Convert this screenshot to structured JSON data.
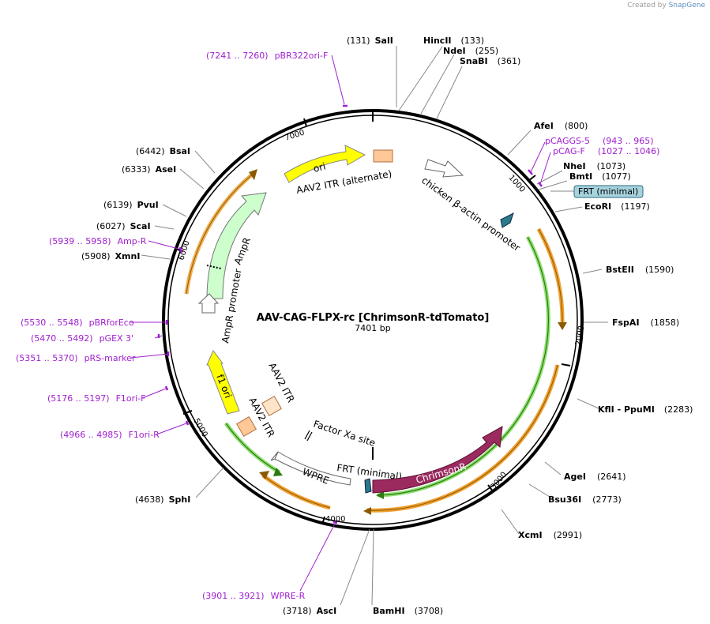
{
  "credit": {
    "prefix": "Created by",
    "brand": "SnapGene"
  },
  "plasmid": {
    "name": "AAV-CAG-FLPX-rc [ChrimsonR-tdTomato]",
    "length": "7401 bp"
  },
  "ticks": [
    "1000",
    "2000",
    "3000",
    "4000",
    "5000",
    "6000",
    "7000"
  ],
  "sites": [
    {
      "name": "SalI",
      "pos": "(131)",
      "side": "L"
    },
    {
      "name": "HincII",
      "pos": "(133)",
      "side": "R"
    },
    {
      "name": "NdeI",
      "pos": "(255)",
      "side": "R"
    },
    {
      "name": "SnaBI",
      "pos": "(361)",
      "side": "R"
    },
    {
      "name": "AfeI",
      "pos": "(800)",
      "side": "R"
    },
    {
      "name": "NheI",
      "pos": "(1073)",
      "side": "R"
    },
    {
      "name": "BmtI",
      "pos": "(1077)",
      "side": "R"
    },
    {
      "name": "EcoRI",
      "pos": "(1197)",
      "side": "R"
    },
    {
      "name": "BstEII",
      "pos": "(1590)",
      "side": "R"
    },
    {
      "name": "FspAI",
      "pos": "(1858)",
      "side": "R"
    },
    {
      "name": "KflI  - PpuMI",
      "pos": "(2283)",
      "side": "R"
    },
    {
      "name": "AgeI",
      "pos": "(2641)",
      "side": "R"
    },
    {
      "name": "Bsu36I",
      "pos": "(2773)",
      "side": "R"
    },
    {
      "name": "XcmI",
      "pos": "(2991)",
      "side": "R"
    },
    {
      "name": "BamHI",
      "pos": "(3708)",
      "side": "R"
    },
    {
      "name": "AscI",
      "pos": "(3718)",
      "side": "L"
    },
    {
      "name": "SphI",
      "pos": "(4638)",
      "side": "L"
    },
    {
      "name": "XmnI",
      "pos": "(5908)",
      "side": "L"
    },
    {
      "name": "ScaI",
      "pos": "(6027)",
      "side": "L"
    },
    {
      "name": "PvuI",
      "pos": "(6139)",
      "side": "L"
    },
    {
      "name": "AseI",
      "pos": "(6333)",
      "side": "L"
    },
    {
      "name": "BsaI",
      "pos": "(6442)",
      "side": "L"
    }
  ],
  "primers": [
    {
      "name": "pBR322ori-F",
      "range": "(7241 .. 7260)"
    },
    {
      "name": "pCAGGS-5",
      "range": "(943 .. 965)"
    },
    {
      "name": "pCAG-F",
      "range": "(1027 .. 1046)"
    },
    {
      "name": "Amp-R",
      "range": "(5939 .. 5958)"
    },
    {
      "name": "pBRforEco",
      "range": "(5530 .. 5548)"
    },
    {
      "name": "pGEX 3'",
      "range": "(5470 .. 5492)"
    },
    {
      "name": "pRS-marker",
      "range": "(5351 .. 5370)"
    },
    {
      "name": "F1ori-F",
      "range": "(5176 .. 5197)"
    },
    {
      "name": "F1ori-R",
      "range": "(4966 .. 4985)"
    },
    {
      "name": "WPRE-R",
      "range": "(3901 .. 3921)"
    }
  ],
  "features": {
    "ori": "ori",
    "itr_alt": "AAV2 ITR (alternate)",
    "cba": "chicken β-actin promoter",
    "frt_box": "FRT (minimal)",
    "ampr": "AmpR",
    "ampr_promoter": "AmpR promoter",
    "f1ori": "f1 ori",
    "itr1": "AAV2 ITR",
    "itr2": "AAV2 ITR",
    "xa": "Factor Xa site",
    "frt2": "FRT (minimal)",
    "wpre": "WPRE",
    "chrimsonr": "ChrimsonR"
  },
  "colors": {
    "backbone": "#000000",
    "primer": "#a020d0",
    "ori": "#ffff00",
    "itr": "#ffc896",
    "ampr": "#ccffcc",
    "chrimsonr": "#9b2a5f",
    "frt": "#2a7a8c",
    "frt_box": "#a6d3de",
    "orange_arc": "#f0a030",
    "green_arc": "#60c040"
  }
}
